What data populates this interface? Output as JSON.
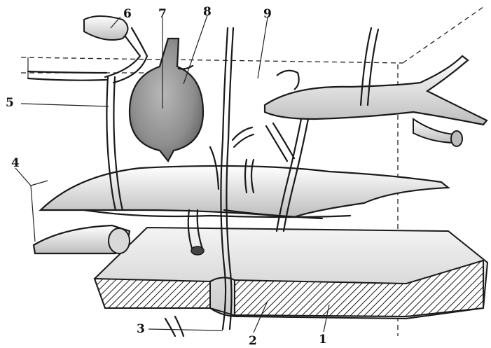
{
  "labels": {
    "l1": "1",
    "l2": "2",
    "l3": "3",
    "l4": "4",
    "l5": "5",
    "l6": "6",
    "l7": "7",
    "l8": "8",
    "l9": "9"
  },
  "colors": {
    "ink": "#1a1a1a",
    "shade": "#9a9a9a",
    "background": "#ffffff"
  }
}
